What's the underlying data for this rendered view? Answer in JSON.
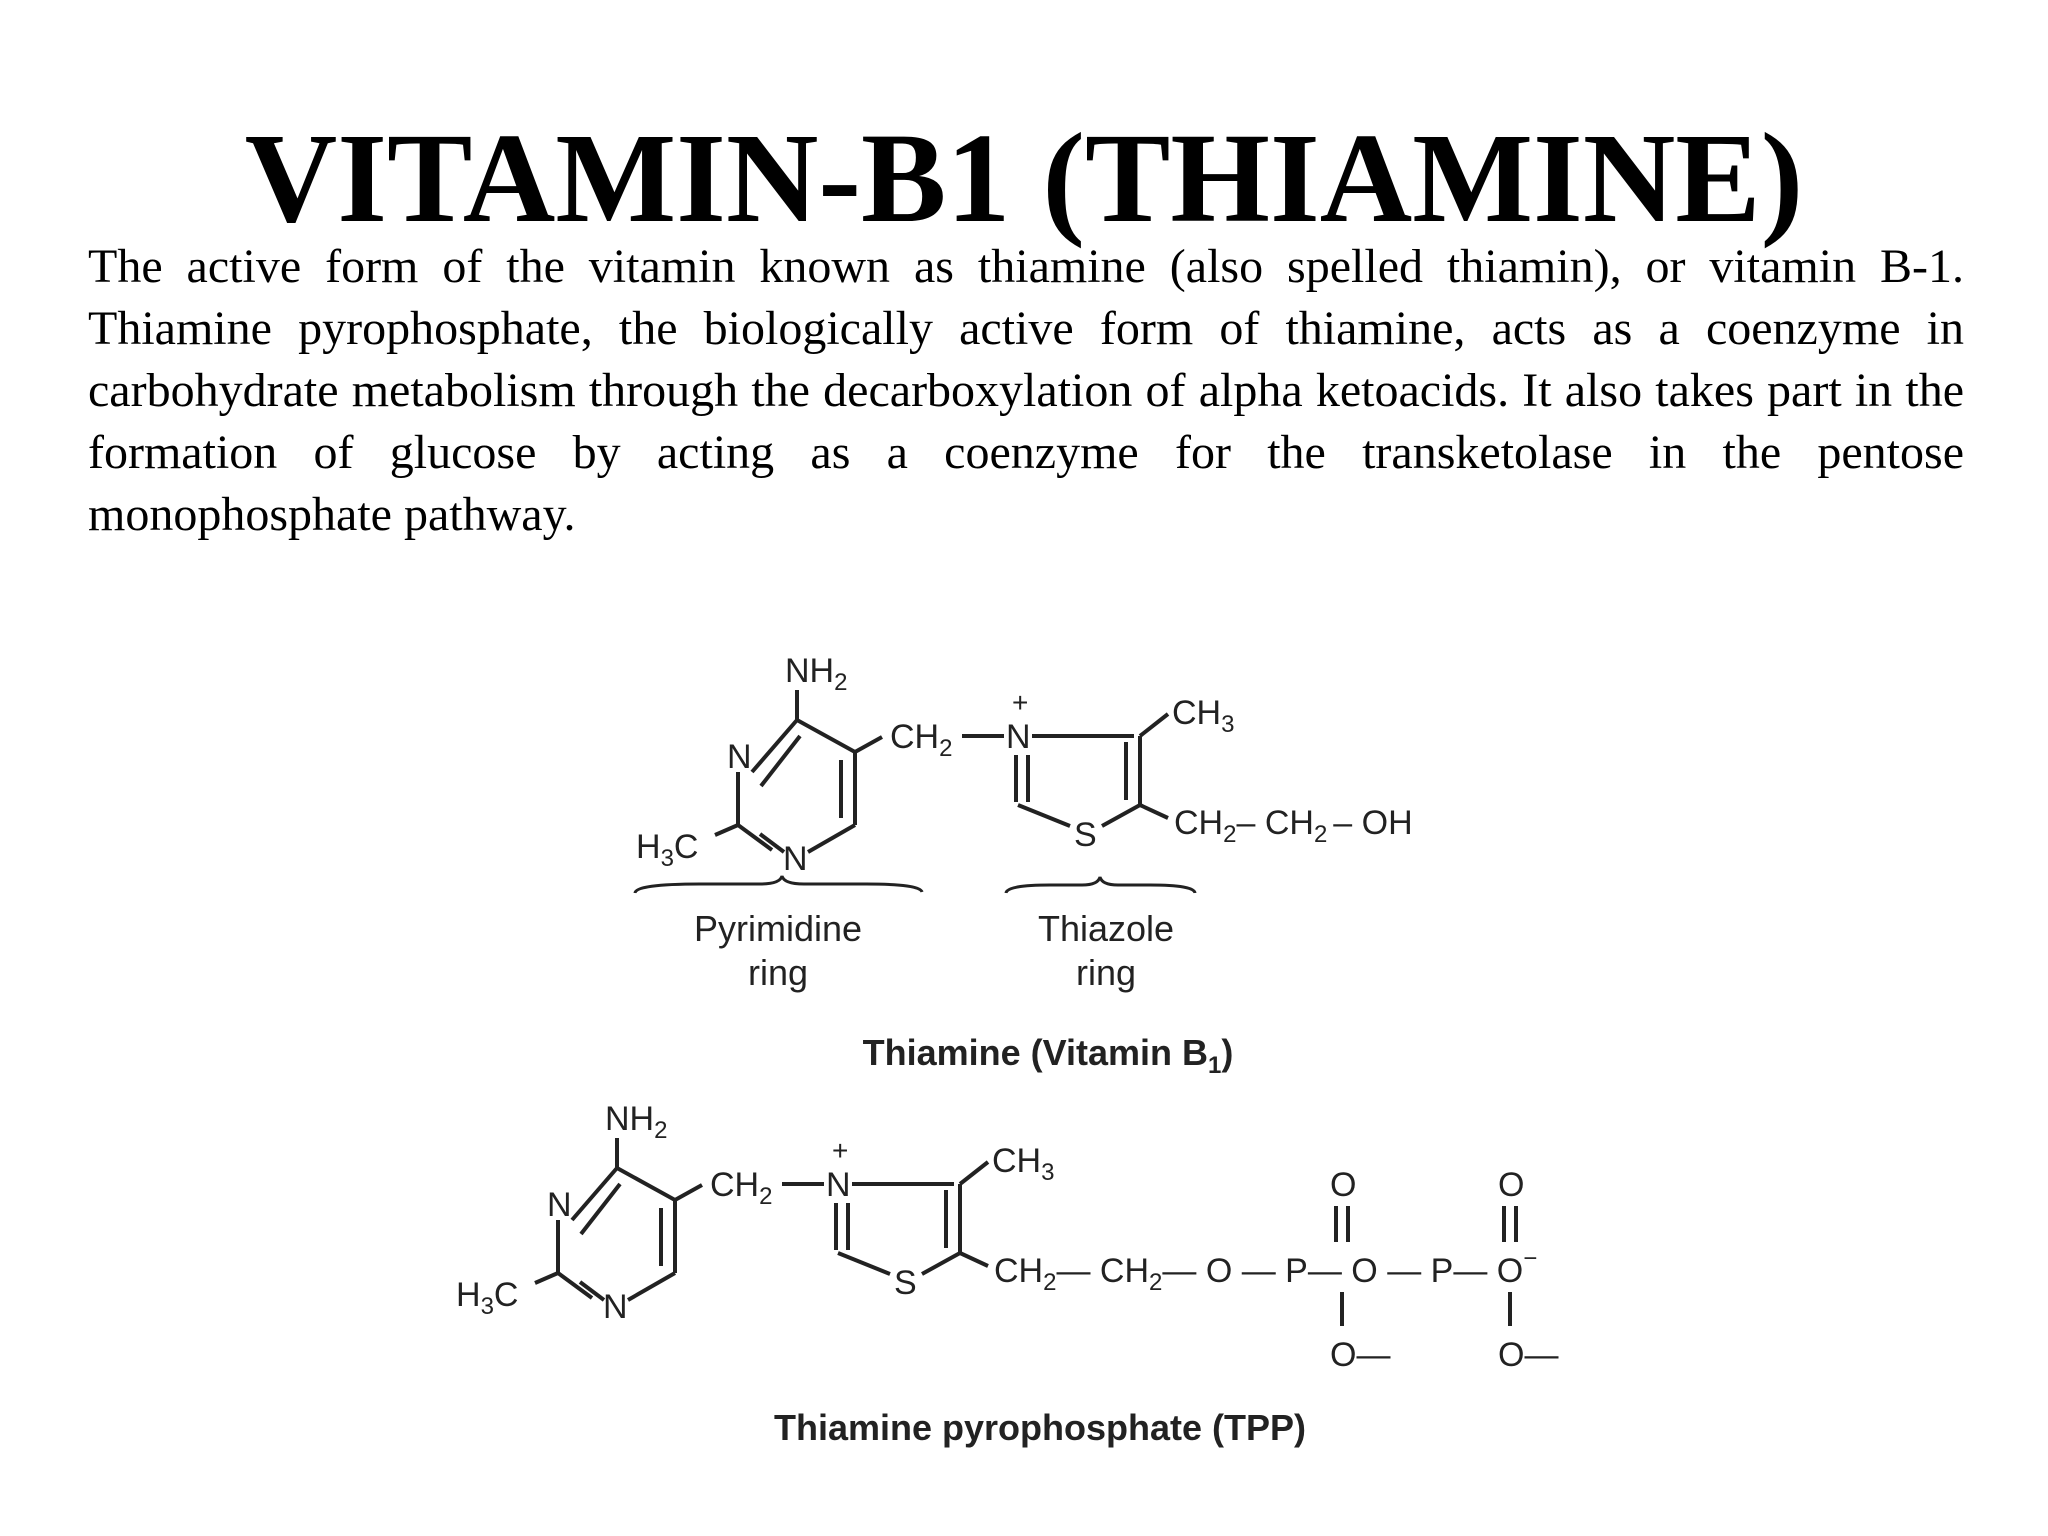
{
  "slide": {
    "title": "VITAMIN-B1 (THIAMINE)",
    "body": "The active form of the vitamin known as thiamine (also spelled thiamin), or vitamin B-1. Thiamine pyrophosphate, the biologically active form of thiamine, acts as a coenzyme in carbohydrate metabolism through the decarboxylation of alpha ketoacids. It also takes part in the formation of glucose by acting as a coenzyme for the transketolase in the pentose monophosphate pathway."
  },
  "thiamine": {
    "caption": "Thiamine (Vitamin B",
    "caption_sub": "1",
    "caption_end": ")",
    "pyrimidine_label_1": "Pyrimidine",
    "pyrimidine_label_2": "ring",
    "thiazole_label_1": "Thiazole",
    "thiazole_label_2": "ring",
    "nh2": "NH",
    "ch2_link": "CH",
    "ch3": "CH",
    "h3c": "H",
    "h3c_c": "C",
    "n_plus": "N",
    "plus": "+",
    "n": "N",
    "s": "S",
    "side_chain_1": "CH",
    "side_chain_dash": "– CH",
    "side_chain_end": "– OH",
    "sub_2": "2",
    "sub_3": "3"
  },
  "tpp": {
    "caption": "Thiamine pyrophosphate (TPP)",
    "nh2": "NH",
    "ch2_link": "CH",
    "ch3": "CH",
    "h3c": "H",
    "h3c_c": "C",
    "n_plus": "N",
    "plus": "+",
    "n": "N",
    "s": "S",
    "chain_a": "CH",
    "chain_b": "— CH",
    "chain_c": "— O — P— O — P— O",
    "minus": "−",
    "o": "O",
    "o_minus": "O—",
    "sub_2": "2",
    "sub_3": "3"
  }
}
